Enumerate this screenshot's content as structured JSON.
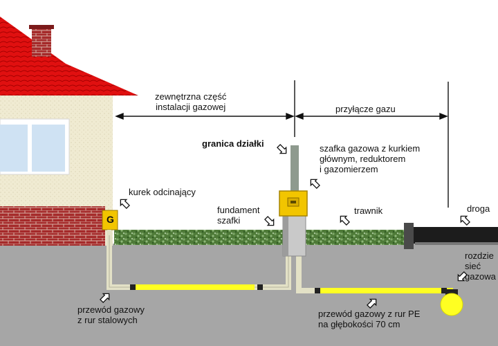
{
  "labels": {
    "external_installation": "zewnętrzna część\ninstalacji gazowej",
    "gas_connection": "przyłącze gazu",
    "plot_boundary": "granica działki",
    "gas_cabinet": "szafka gazowa z kurkiem\ngłównym, reduktorem\ni gazomierzem",
    "shutoff_valve": "kurek odcinający",
    "cabinet_foundation": "fundament\nszafki",
    "lawn": "trawnik",
    "road": "droga",
    "distribution_network": "rozdzie\nsieć\ngazowa",
    "steel_pipe": "przewód gazowy\nz rur stalowych",
    "pe_pipe": "przewód gazowy z rur PE\nna głębokości 70 cm",
    "valve_letter": "G"
  },
  "colors": {
    "roof": "#e01010",
    "wall": "#f0ebd2",
    "brick": "#a52a2a",
    "ground": "#a6a6a6",
    "lawn": "#4e7a38",
    "pipe_steel": "#e3e1c6",
    "pipe_pe": "#ffff22",
    "cabinet": "#f2c500",
    "road": "#1c1c1c"
  }
}
